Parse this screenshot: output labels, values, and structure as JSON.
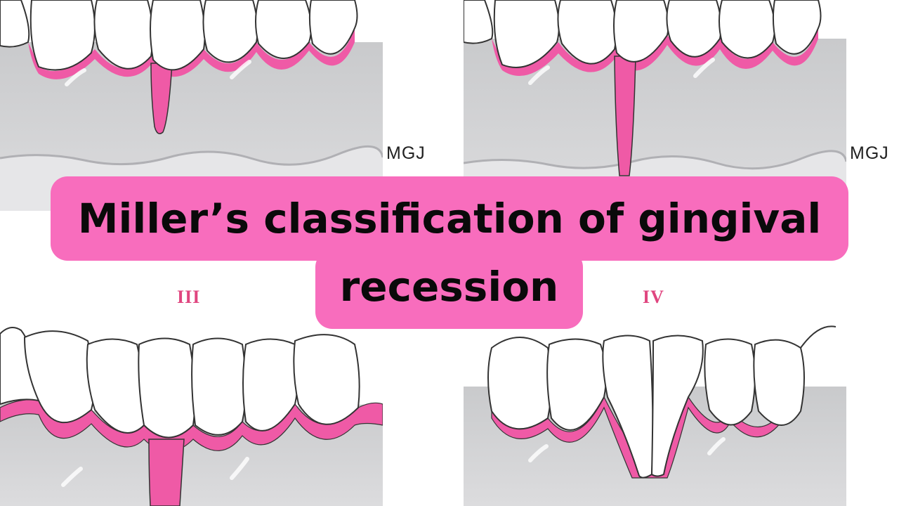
{
  "title": {
    "line1": "Miller’s classification of gingival",
    "line2": "recession"
  },
  "panels": [
    {
      "id": "panel-1",
      "label": "",
      "mgj": "MGJ"
    },
    {
      "id": "panel-2",
      "label": "",
      "mgj": "MGJ"
    },
    {
      "id": "panel-3",
      "label": "III",
      "mgj": ""
    },
    {
      "id": "panel-4",
      "label": "IV",
      "mgj": ""
    }
  ],
  "colors": {
    "gingiva": "#cfd0d2",
    "recession_pink": "#ef5aa6",
    "tooth": "#ffffff",
    "outline": "#333333",
    "title_bg": "#f86dbd",
    "roman_label": "#e0457f"
  }
}
